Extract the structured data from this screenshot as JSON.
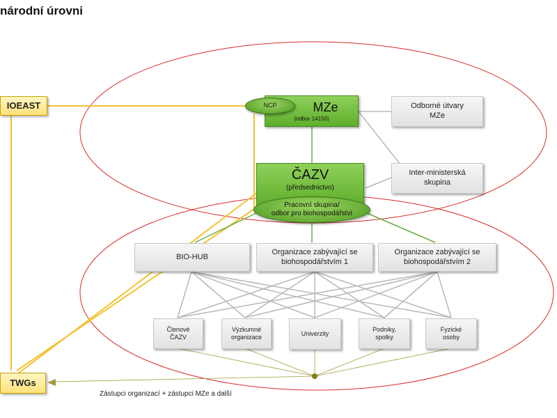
{
  "title": "národní úrovni",
  "nodes": {
    "bioeast": "IOEAST",
    "twgs": "TWGs",
    "mze": {
      "title": "MZe",
      "sub": "(odbor 14150)"
    },
    "ncp": "NCP",
    "odborne": "Odborné útvary\nMZe",
    "cazv": {
      "title": "ČAZV",
      "sub": "(předsednictvo)"
    },
    "interministerska": "Inter-ministerská\nskupina",
    "pracovni": "Pracovní skupina/\nodbor pro biohospodářství",
    "biohub": "BIO-HUB",
    "org1": "Organizace zabývající se\nbiohospodářstvím 1",
    "org2": "Organizace zabývající se\nbiohospodářstvím 2",
    "clenove": "Členové\nČAZV",
    "vyzkumne": "Výzkumné\norganizace",
    "univerzity": "Univerzity",
    "podniky": "Podniky,\nspolky",
    "fyzicke": "Fyzické\nosoby"
  },
  "footer": "Zástupci organizací + zástupci MZe a další",
  "colors": {
    "ellipse": "#d62a2a",
    "gold_line": "#f2c230",
    "green_line": "#6aad3d",
    "grey_line": "#b8b8b8",
    "olive_line": "#a39a3b"
  }
}
